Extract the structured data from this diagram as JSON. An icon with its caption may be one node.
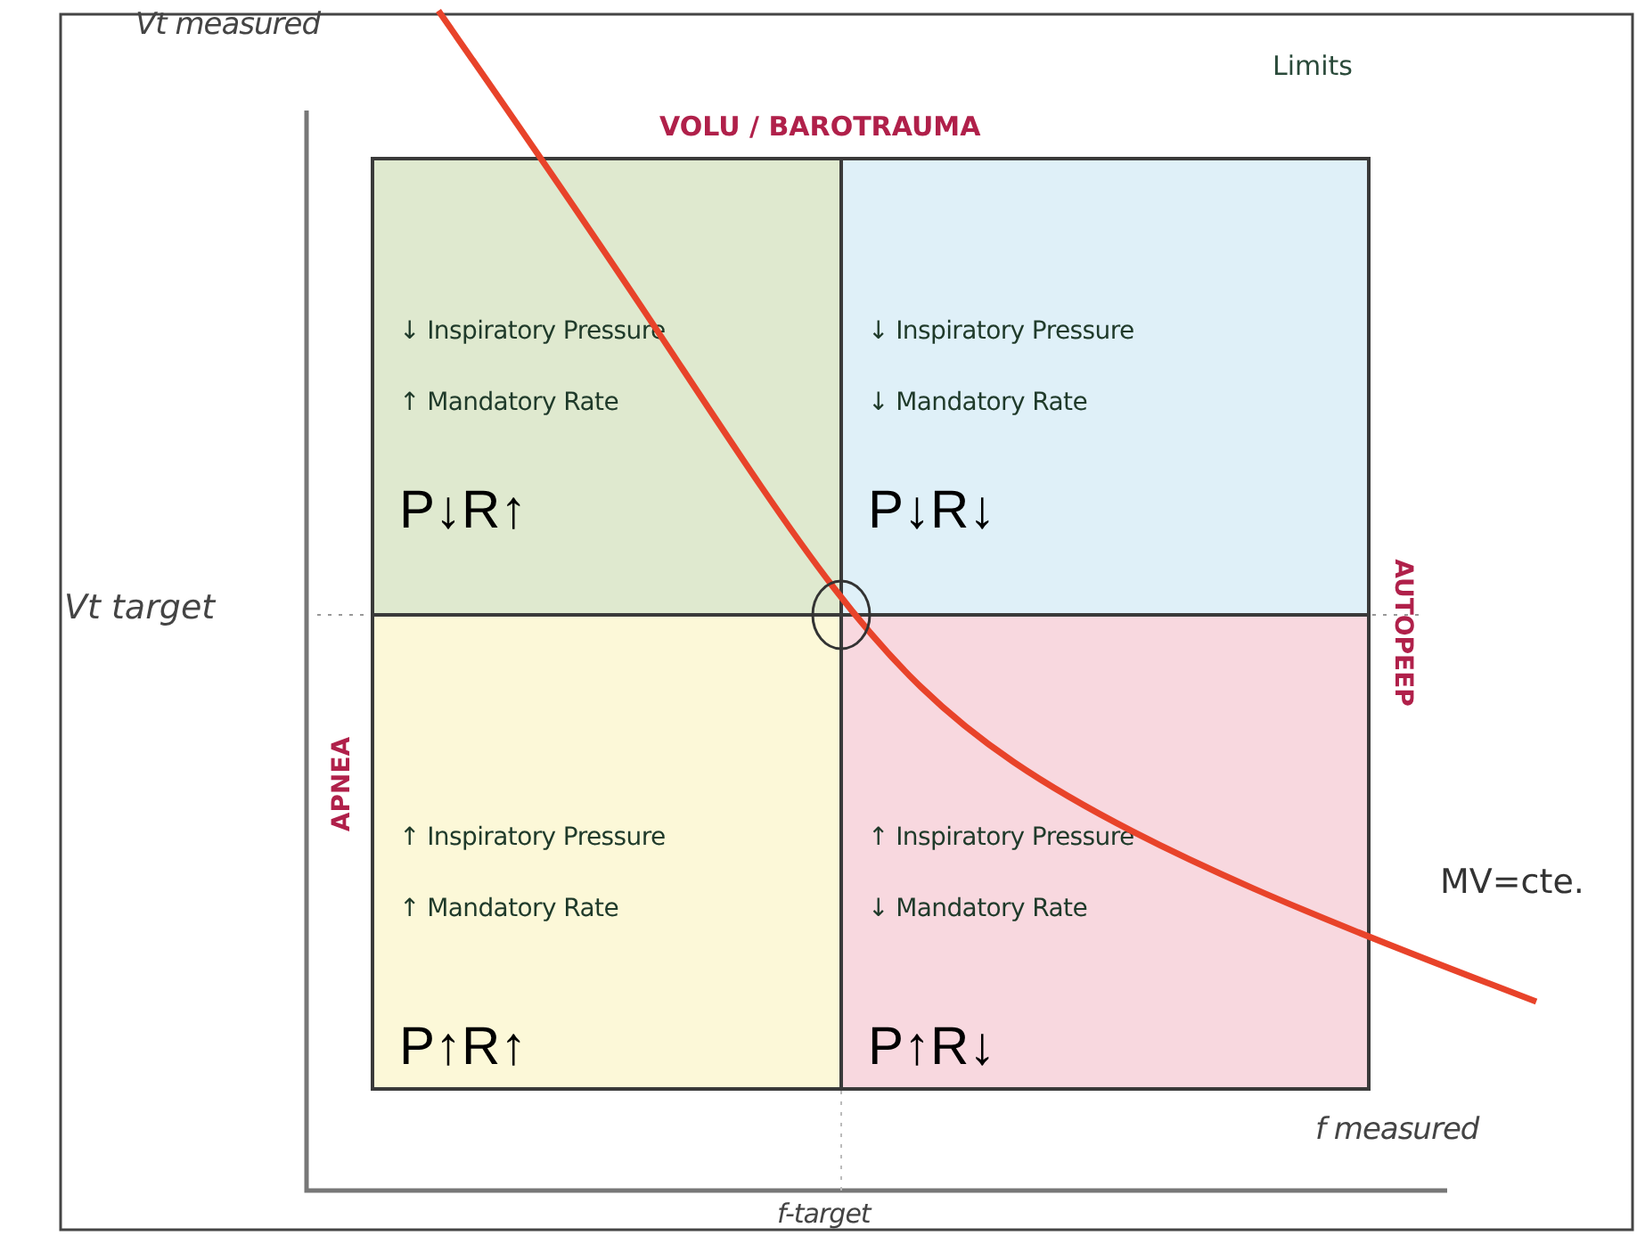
{
  "diagram": {
    "nodes": [
      {
        "text": [
          "↓ Inspiratory Pressure",
          "↑ Mandatory Rate",
          "P↓R↑"
        ]
      },
      {
        "text": [
          "↓ Inspiratory Pressure",
          "↓ Mandatory Rate",
          "P↓R↓"
        ]
      },
      {
        "text": [
          "↑ Inspiratory Pressure",
          "↑ Mandatory Rate",
          "P↑R↑"
        ]
      },
      {
        "text": [
          "↑ Inspiratory Pressure",
          "↓ Mandatory Rate",
          "P↑R↓"
        ]
      }
    ],
    "labels": [
      "Vt measured",
      "Limits",
      "VOLU / BAROTRAUMA",
      "Vt target",
      "AUTOPEEP",
      "APNEA",
      "MV=cte.",
      "f measured",
      "f-target"
    ]
  }
}
